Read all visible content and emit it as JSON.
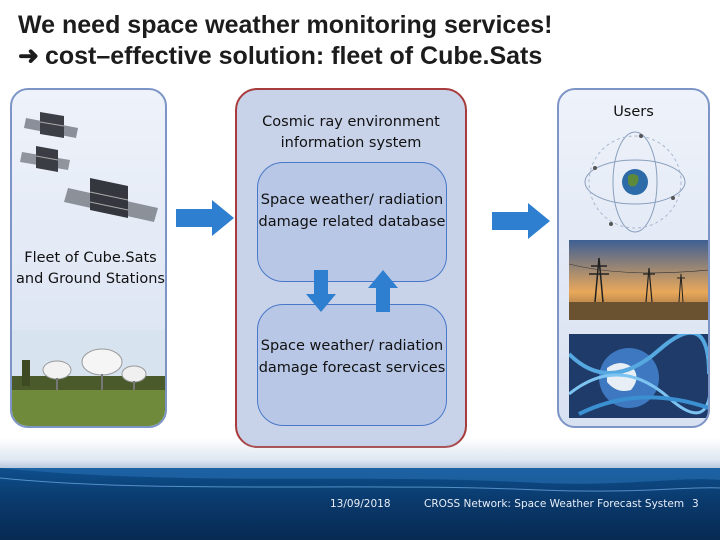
{
  "slide": {
    "title_line1": "We need space weather monitoring services!",
    "title_line2": "cost–effective solution: fleet of Cube.Sats"
  },
  "left_panel": {
    "label": "Fleet of Cube.Sats and Ground Stations"
  },
  "center_panel": {
    "heading": "Cosmic ray environment information system",
    "box1": "Space weather/ radiation damage related database",
    "box2": "Space weather/ radiation damage forecast services"
  },
  "right_panel": {
    "heading": "Users"
  },
  "footer": {
    "date": "13/09/2018",
    "title": "CROSS Network: Space Weather Forecast System",
    "page": "3"
  },
  "colors": {
    "arrow": "#2f7fd0",
    "center_border": "#a83b3b",
    "footer": "#0a3a6d"
  }
}
